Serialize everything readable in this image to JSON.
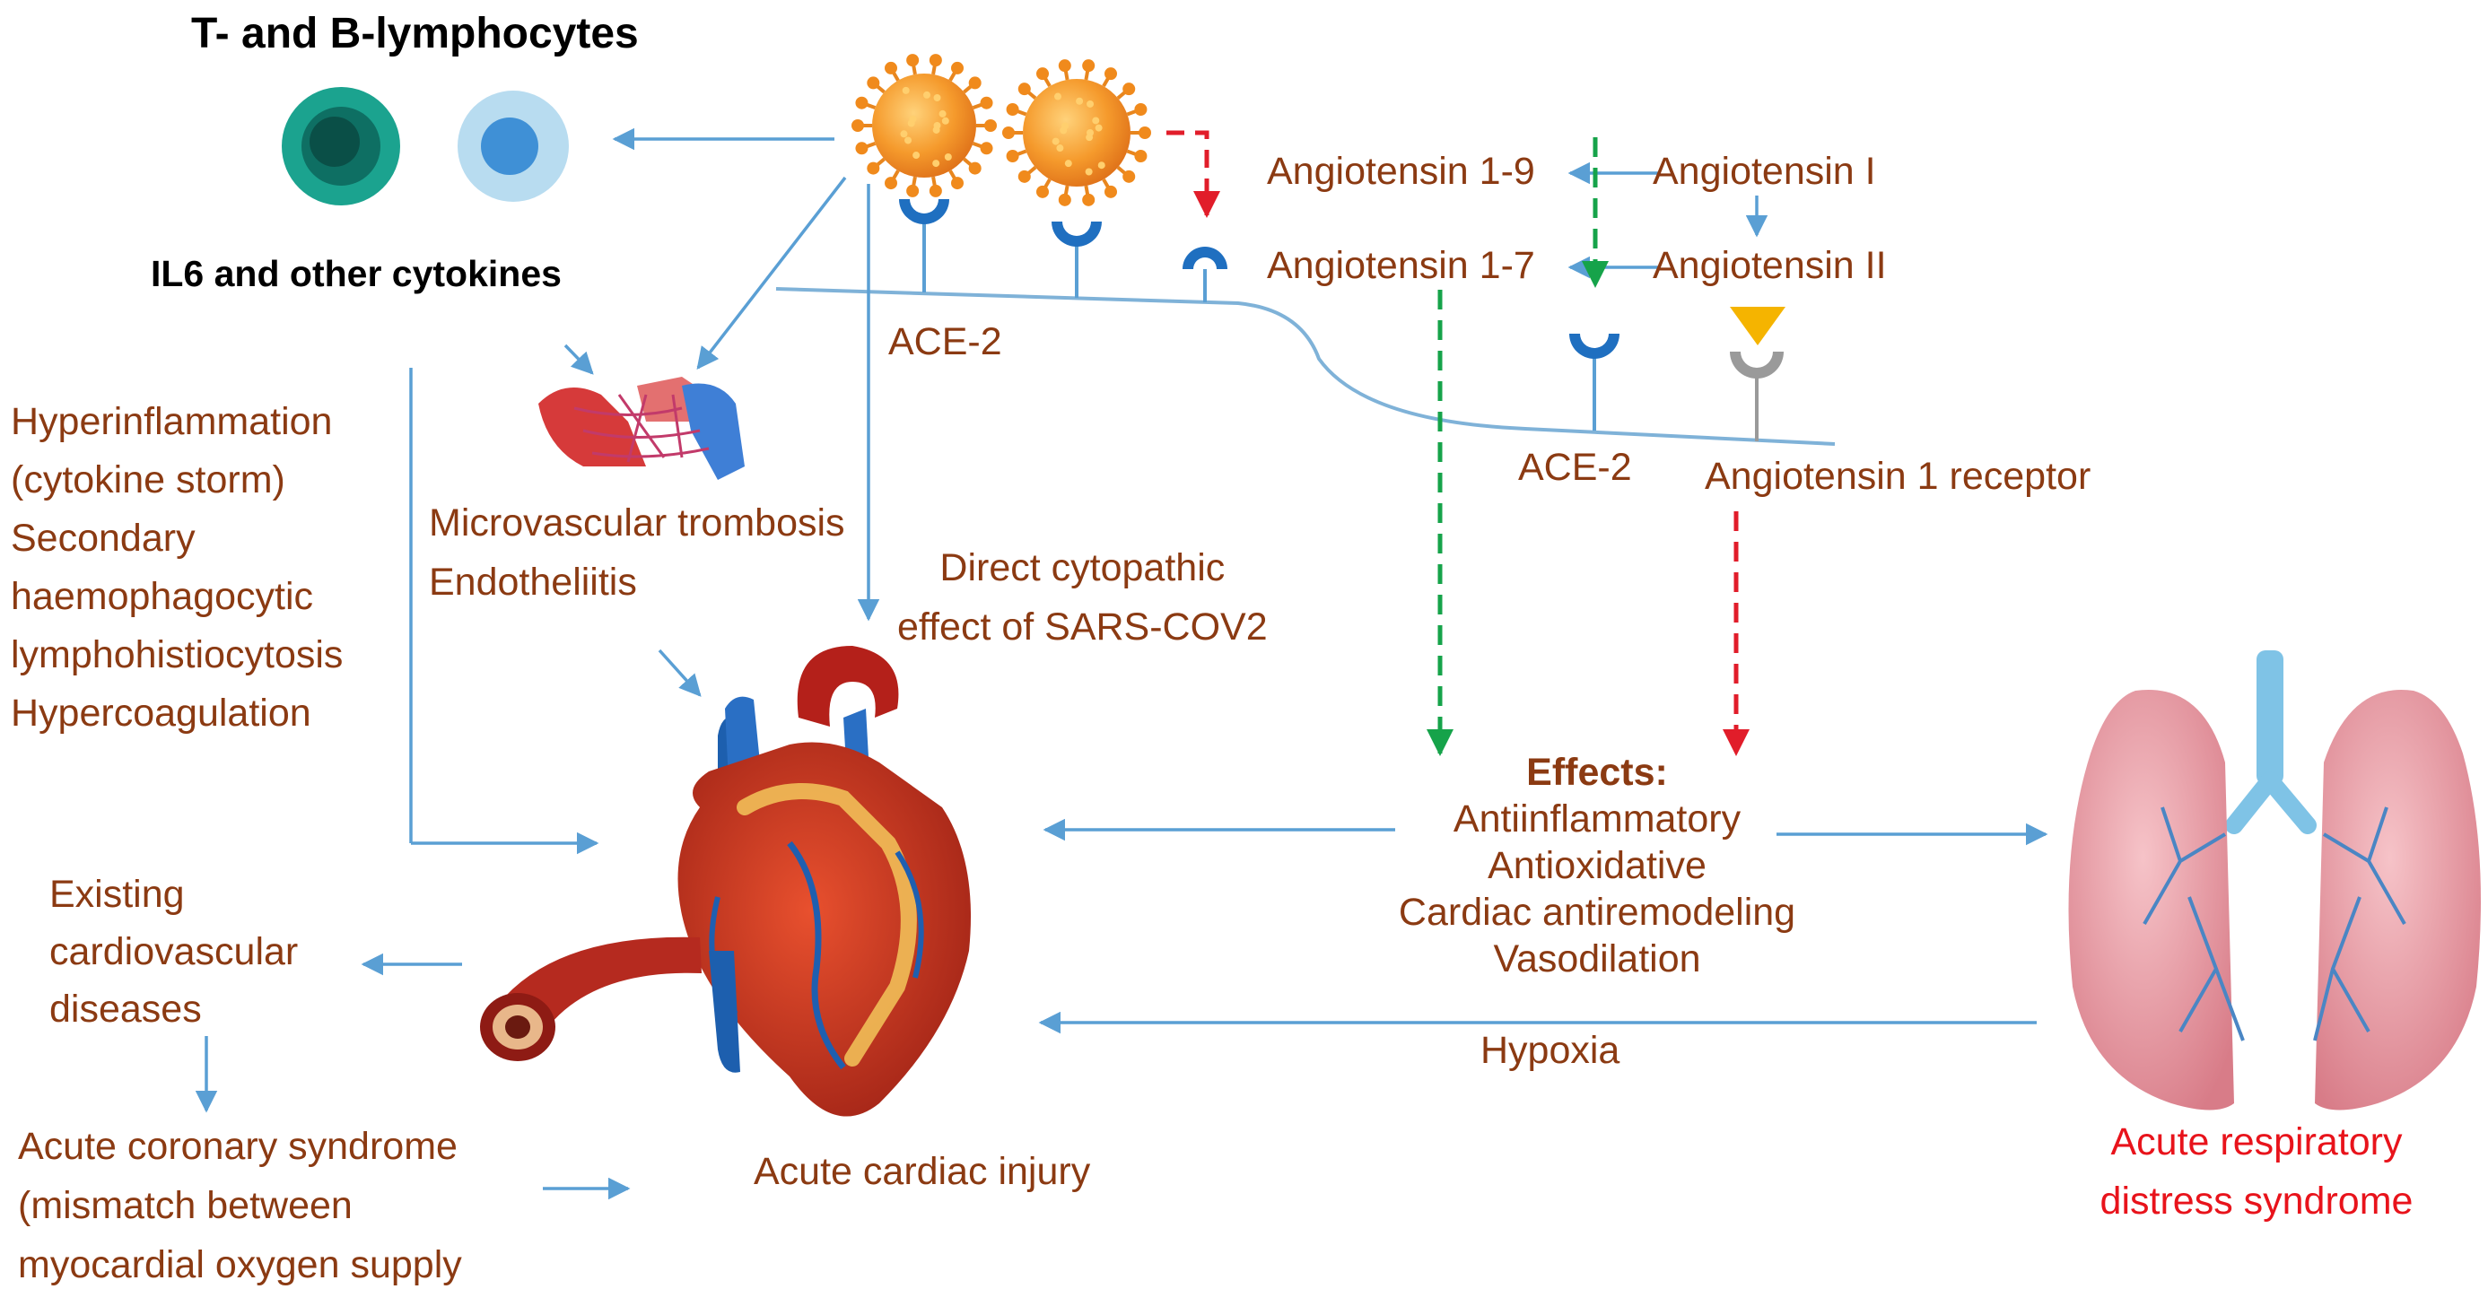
{
  "lymphocytes": {
    "title": "T- and B-lymphocytes",
    "cytokines": "IL6 and other cytokines"
  },
  "left_block": [
    "Hyperinflammation",
    "(cytokine storm)",
    "Secondary",
    "haemophagocytic",
    "lymphohistiocytosis",
    "Hypercoagulation"
  ],
  "microvascular": [
    "Microvascular trombosis",
    "Endotheliitis"
  ],
  "direct_effect": [
    "Direct cytopathic",
    "effect of SARS-COV2"
  ],
  "ace2_receptor_label": "ACE-2",
  "ace2_membrane_label": "ACE-2",
  "angiotensin": {
    "a19": "Angiotensin 1-9",
    "a17": "Angiotensin 1-7",
    "a1": "Angiotensin I",
    "a2": "Angiotensin II",
    "receptor": "Angiotensin 1 receptor"
  },
  "effects": {
    "title": "Effects:",
    "items": [
      "Antiinflammatory",
      "Antioxidative",
      "Cardiac antiremodeling",
      "Vasodilation"
    ]
  },
  "hypoxia": "Hypoxia",
  "cvd": [
    "Existing",
    "cardiovascular",
    "diseases"
  ],
  "acs": [
    "Acute coronary syndrome",
    "(mismatch between",
    "myocardial oxygen supply"
  ],
  "acute_cardiac_injury": "Acute cardiac injury",
  "ards": [
    "Acute respiratory",
    "distress syndrome"
  ],
  "colors": {
    "text_brown": "#8b3a12",
    "arrow_blue": "#5a9fd4",
    "ards_red": "#e8131b",
    "dash_green": "#16a34a",
    "dash_red": "#e11d2a",
    "virus_orange": "#f39a2b"
  }
}
